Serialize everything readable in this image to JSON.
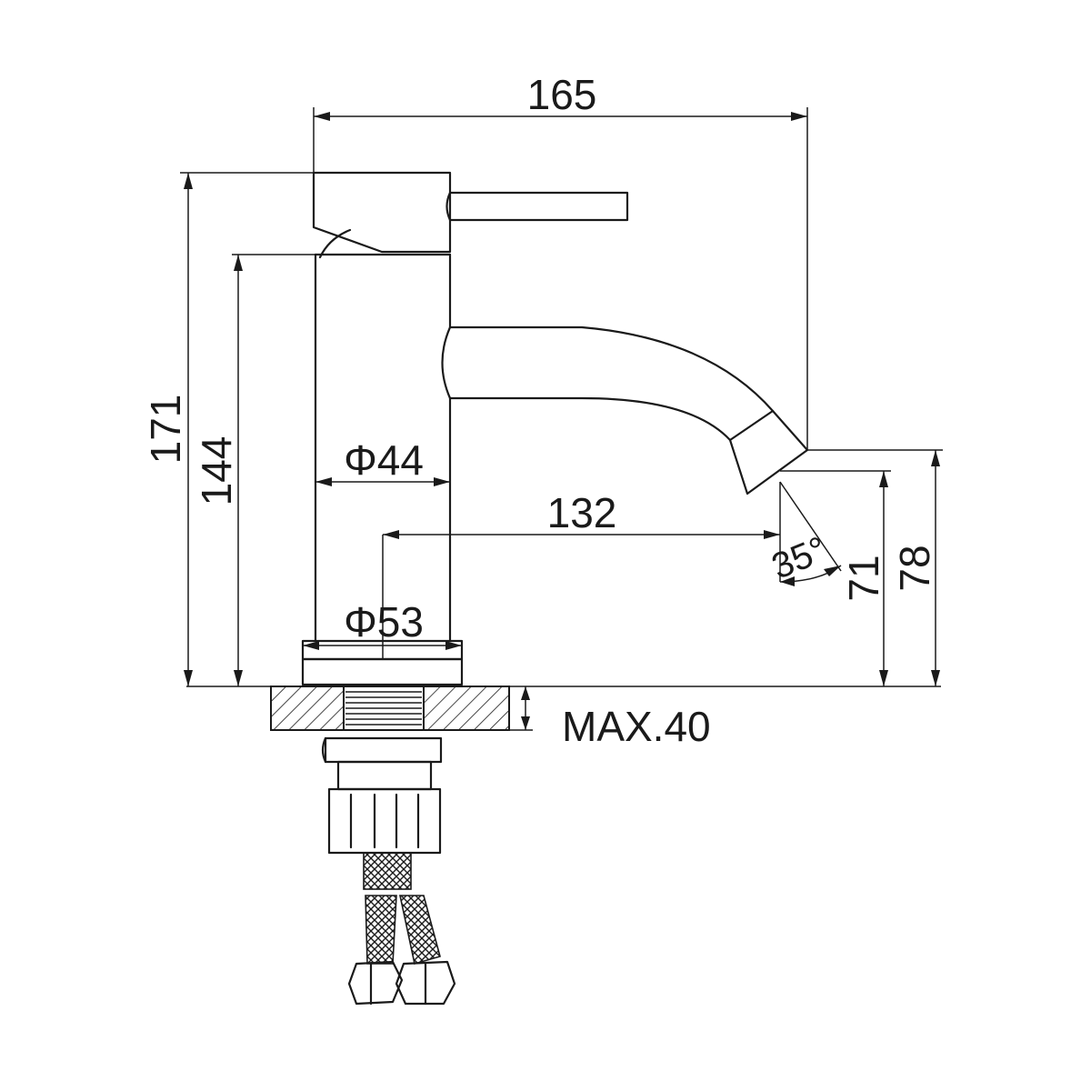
{
  "dimensions": {
    "overall_width": "165",
    "overall_height": "171",
    "body_height": "144",
    "body_diameter": "Φ44",
    "base_diameter": "Φ53",
    "reach": "132",
    "spray_angle": "35°",
    "spout_height_inner": "71",
    "spout_height_outer": "78",
    "max_deck_thickness": "MAX.40"
  }
}
